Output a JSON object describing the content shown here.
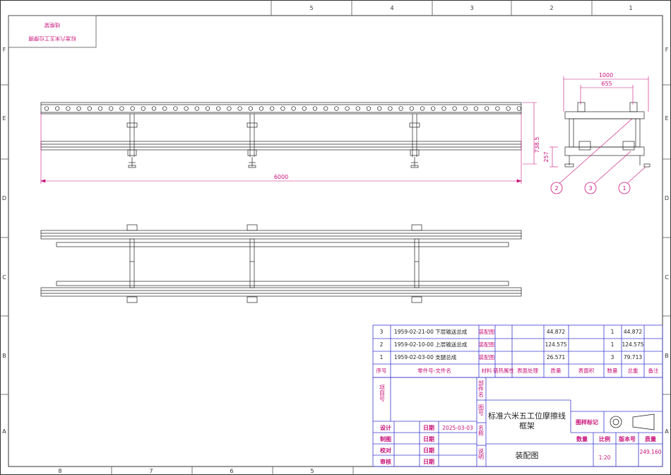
{
  "zones": {
    "top": [
      "5",
      "4",
      "3",
      "2",
      "1"
    ],
    "bottom": [
      "8",
      "7",
      "6",
      "5"
    ],
    "left": [
      "F",
      "E",
      "D",
      "C",
      "B",
      "A"
    ],
    "right": [
      "F",
      "E",
      "D",
      "C",
      "B",
      "A"
    ]
  },
  "stamp": {
    "line1": "标准六米五工位摩擦",
    "line2": "线框架"
  },
  "dimensions": {
    "length": "6000",
    "height": "738.5",
    "lower_height": "257",
    "width_outer": "1000",
    "width_inner": "655"
  },
  "balloons": [
    "2",
    "3",
    "1"
  ],
  "bom": {
    "rows": [
      {
        "no": "3",
        "code": "1959-02-21-00",
        "name": "下层输送总成",
        "material": "装配图",
        "mass": "44.872",
        "qty": "1",
        "total": "44.872"
      },
      {
        "no": "2",
        "code": "1959-02-10-00",
        "name": "上层输送总成",
        "material": "装配图",
        "mass": "124.575",
        "qty": "1",
        "total": "124.575"
      },
      {
        "no": "1",
        "code": "1959-02-03-00",
        "name": "支腿总成",
        "material": "装配图",
        "mass": "26.571",
        "qty": "3",
        "total": "79.713"
      }
    ],
    "headers": {
      "no": "序号",
      "code": "零件号-文件名",
      "material": "材料",
      "heat": "错热属性",
      "surface": "表面处理",
      "mass": "质量",
      "area": "表面积",
      "qty": "数量",
      "total": "总重",
      "remark": "备注"
    }
  },
  "title_block": {
    "project_label": "项目号",
    "part_label": "部件名",
    "drawing_label": "图号",
    "name_label": "名称",
    "note_label": "说明",
    "part_title_line1": "标准六米五工位摩擦线",
    "part_title_line2": "框架",
    "drawing_type": "装配图",
    "design": "设计",
    "draw": "制图",
    "check": "校对",
    "review": "审核",
    "date": "日期",
    "design_date": "2025-03-03",
    "sample_mark": "图样标记",
    "quantity": "数量",
    "scale_label": "比例",
    "version_label": "版本号",
    "mass_label": "质量",
    "scale": "1:20",
    "total_mass": "249.160"
  }
}
